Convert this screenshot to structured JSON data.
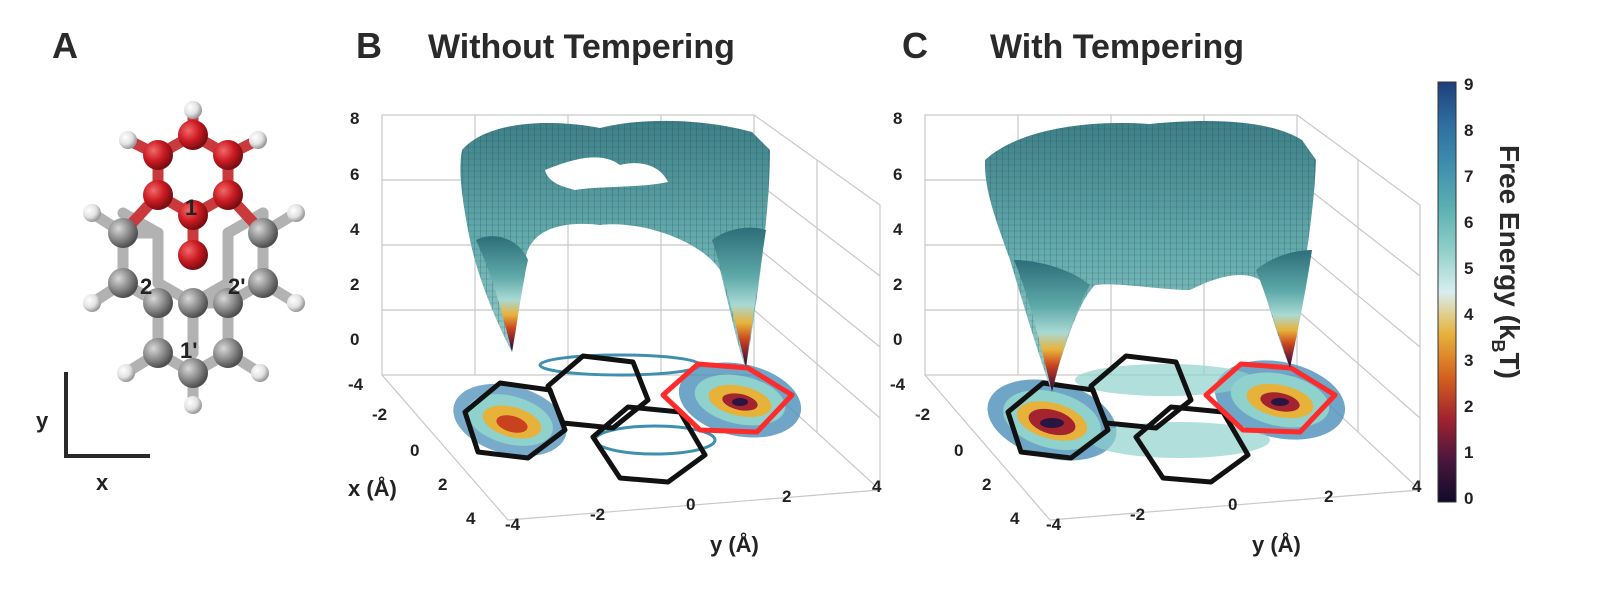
{
  "panels": [
    {
      "letter": "A"
    },
    {
      "letter": "B",
      "title": "Without Tempering"
    },
    {
      "letter": "C",
      "title": "With Tempering"
    }
  ],
  "molecule": {
    "ring_labels": [
      "1",
      "2",
      "2'",
      "1'"
    ],
    "axis_x": "x",
    "axis_y": "y",
    "colors": {
      "highlight": "#cc1b22",
      "carbon": "#8e8e8e",
      "hydrogen": "#e8e8e8"
    }
  },
  "plot": {
    "z_ticks": [
      "8",
      "6",
      "4",
      "2",
      "0"
    ],
    "x_ticks": [
      "-4",
      "-2",
      "0",
      "2",
      "4"
    ],
    "y_ticks": [
      "-4",
      "-2",
      "0",
      "2",
      "4"
    ],
    "x_label": "x (Å)",
    "y_label": "y (Å)"
  },
  "colorbar": {
    "title": "Free Energy (k",
    "title_sub": "B",
    "title_end": "T)",
    "ticks": [
      "9",
      "8",
      "7",
      "6",
      "5",
      "4",
      "3",
      "2",
      "1",
      "0"
    ],
    "colors": [
      "#1f3f7a",
      "#2e6ea0",
      "#3f8fae",
      "#5bb0b2",
      "#8fcfc8",
      "#d8eef0",
      "#e7b23a",
      "#d4631e",
      "#a3232e",
      "#4a1640",
      "#120a2a"
    ]
  }
}
